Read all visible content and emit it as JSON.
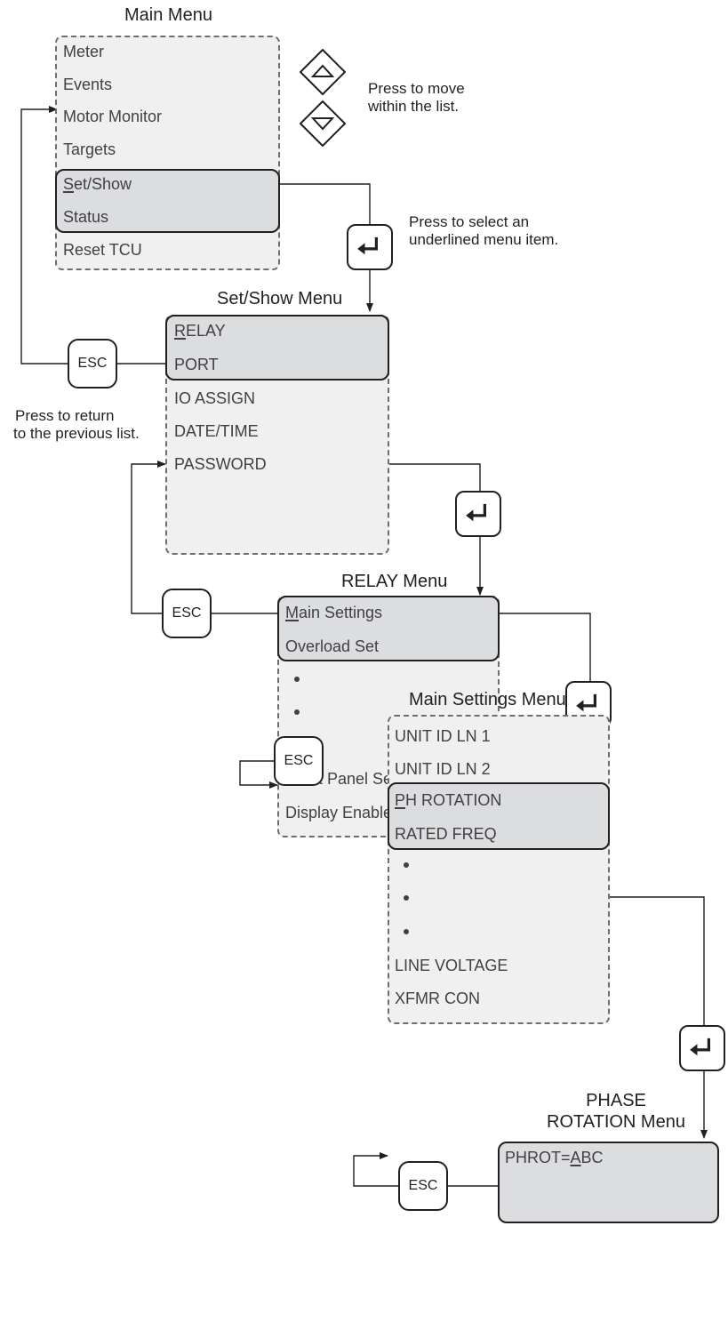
{
  "main_menu": {
    "title": "Main Menu",
    "items": [
      "Meter",
      "Events",
      "Motor Monitor",
      "Targets",
      "Set/Show",
      "Status",
      "Reset TCU"
    ],
    "underline": {
      "set_show": "S",
      "set_show_rest": "et/Show"
    }
  },
  "set_show_menu": {
    "title": "Set/Show Menu",
    "relay_u": "R",
    "relay_rest": "ELAY",
    "items": [
      "PORT",
      "IO ASSIGN",
      "DATE/TIME",
      "PASSWORD"
    ]
  },
  "relay_menu": {
    "title": "RELAY Menu",
    "main_u": "M",
    "main_rest": "ain Settings",
    "items": [
      "Overload Set",
      "Front Panel Set",
      "Display Enable"
    ]
  },
  "main_settings_menu": {
    "title": "Main Settings Menu",
    "items": [
      "UNIT ID LN 1",
      "UNIT ID LN 2",
      "RATED FREQ",
      "LINE VOLTAGE",
      "XFMR CON"
    ],
    "ph_u": "P",
    "ph_rest": "H ROTATION"
  },
  "phase_rotation_menu": {
    "title_line1": "PHASE",
    "title_line2": "ROTATION Menu",
    "value_prefix": "PHROT=",
    "value_u": "A",
    "value_rest": "BC"
  },
  "notes": {
    "nav_line1": "Press to move",
    "nav_line2": "within the list.",
    "select_line1": "Press to select an",
    "select_line2": "underlined menu item.",
    "return_line1": "Press to return",
    "return_line2": "to the previous list."
  },
  "esc_label": "ESC",
  "colors": {
    "menu_bg": "#f0f0f1",
    "highlight_bg": "#dcdddf",
    "outline": "#231f20",
    "dashed": "#6d6e71"
  }
}
